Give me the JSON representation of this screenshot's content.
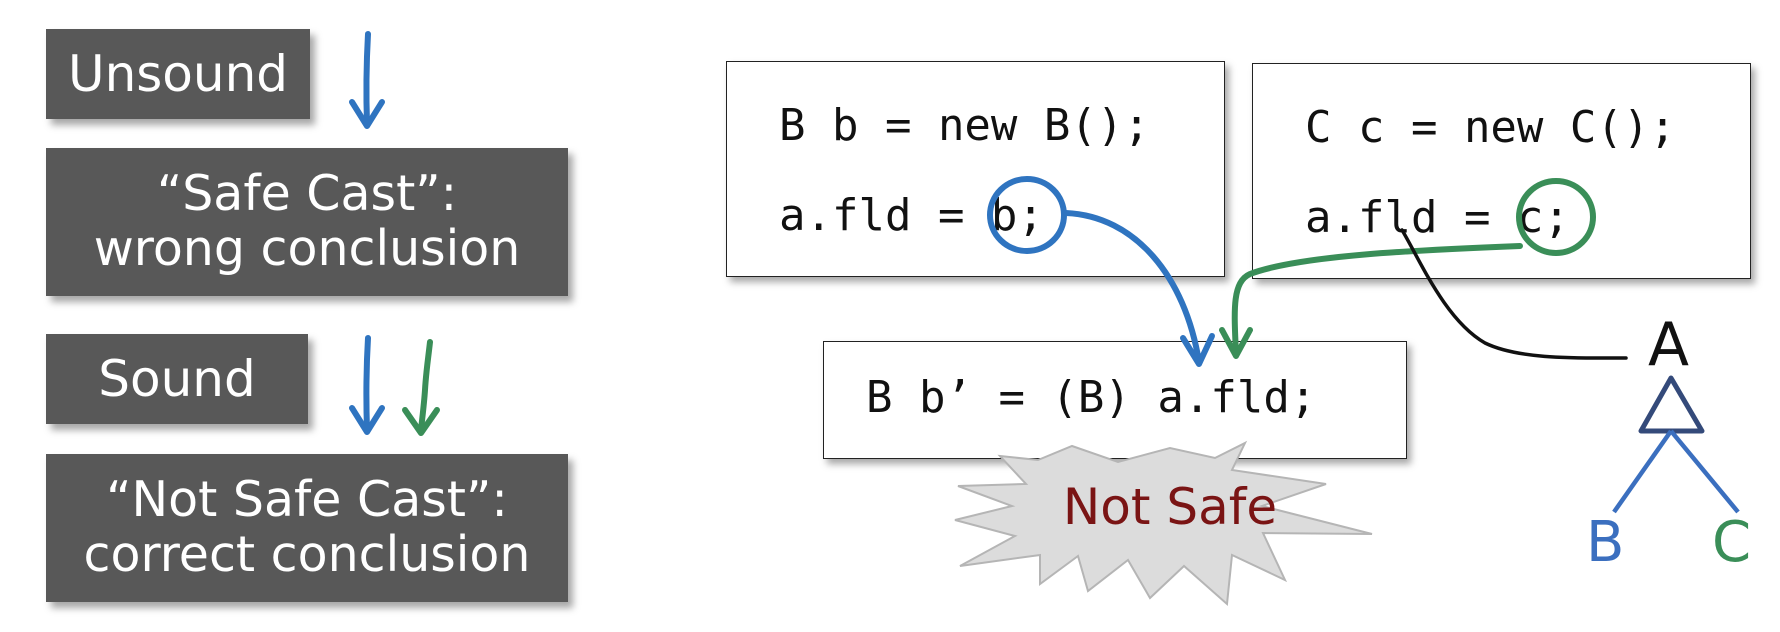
{
  "left_panel": {
    "unsound_label": "Unsound",
    "safe_cast_line1": "“Safe Cast”:",
    "safe_cast_line2": "wrong conclusion",
    "sound_label": "Sound",
    "not_safe_cast_line1": "“Not Safe Cast”:",
    "not_safe_cast_line2": "correct conclusion"
  },
  "code_boxes": {
    "box_b": {
      "line1": "B b = new B();",
      "line2": "a.fld = b;"
    },
    "box_c": {
      "line1": "C c = new C();",
      "line2": "a.fld = c;"
    },
    "cast": {
      "line1": "B b’ = (B) a.fld;"
    }
  },
  "burst_label": "Not Safe",
  "class_tree": {
    "parent": "A",
    "child_left": "B",
    "child_right": "C"
  },
  "colors": {
    "blue": "#2f74c0",
    "green": "#3a8e58",
    "dark_red": "#7a1414",
    "gray_box": "#585858",
    "tree_blue": "#3b6fbf",
    "tree_outline": "#344a7a"
  }
}
